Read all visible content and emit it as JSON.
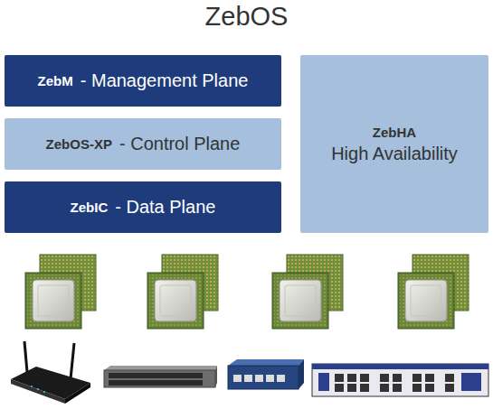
{
  "diagram": {
    "title": "ZebOS",
    "nodes": [
      {
        "text": [
          "ZebM",
          "- Management Plane"
        ]
      },
      {
        "text": [
          "ZebOS-XP",
          "- Control Plane"
        ]
      },
      {
        "text": [
          "ZebIC",
          "- Data Plane"
        ]
      },
      {
        "text": [
          "ZebHA",
          "High Availability"
        ]
      }
    ]
  }
}
